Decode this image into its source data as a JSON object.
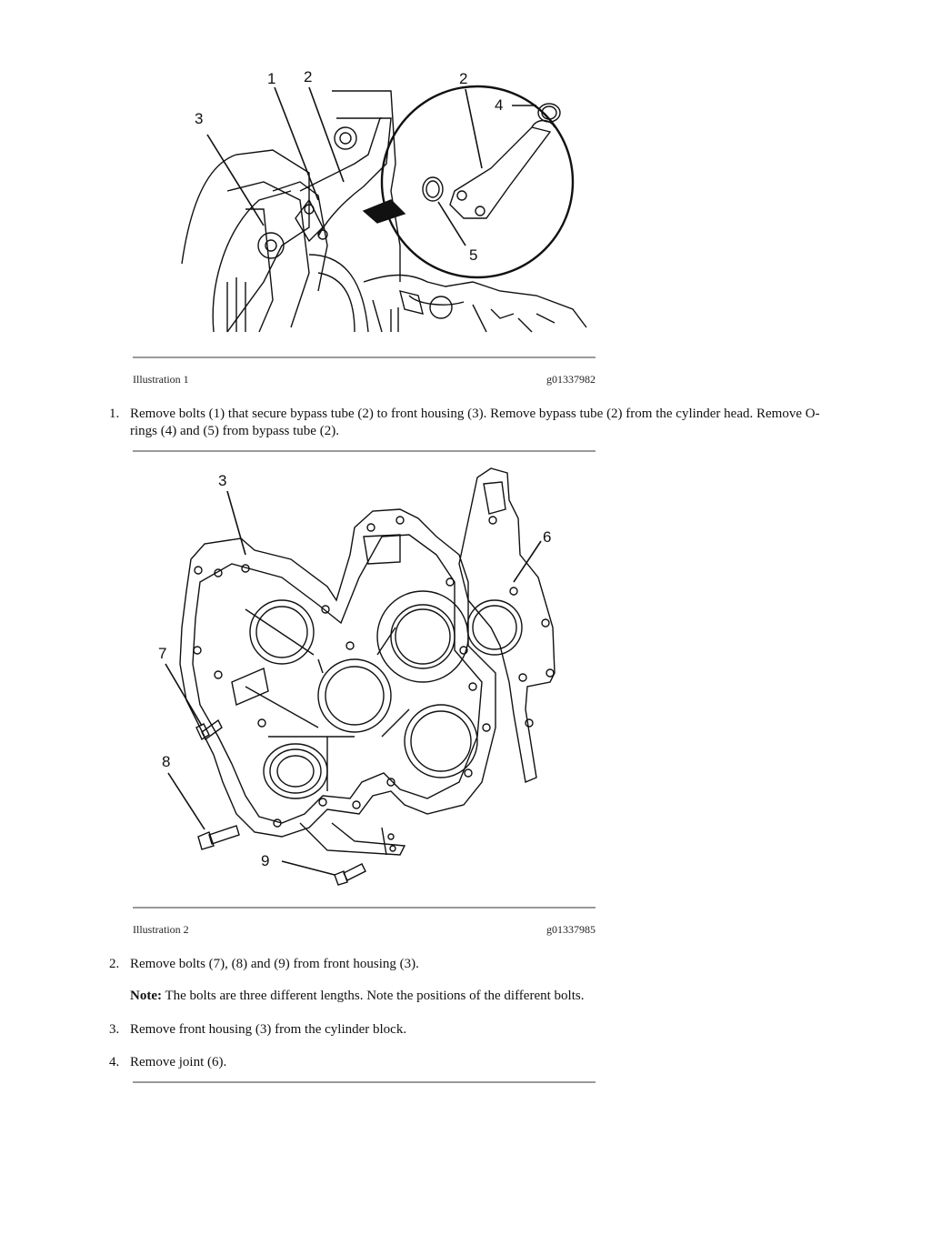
{
  "illustration1": {
    "caption": "Illustration 1",
    "code": "g01337982",
    "callouts": [
      "1",
      "2",
      "3",
      "2",
      "4",
      "5"
    ]
  },
  "step1": {
    "number": "1.",
    "text": "Remove bolts (1) that secure bypass tube (2) to front housing (3). Remove bypass tube (2) from the cylinder head. Remove O-rings (4) and (5) from bypass tube (2)."
  },
  "illustration2": {
    "caption": "Illustration 2",
    "code": "g01337985",
    "callouts": [
      "3",
      "6",
      "7",
      "8",
      "9"
    ]
  },
  "step2": {
    "number": "2.",
    "text": "Remove bolts (7), (8) and (9) from front housing (3)."
  },
  "note": {
    "label": "Note:",
    "text": " The bolts are three different lengths. Note the positions of the different bolts."
  },
  "step3": {
    "number": "3.",
    "text": "Remove front housing (3) from the cylinder block."
  },
  "step4": {
    "number": "4.",
    "text": "Remove joint (6)."
  }
}
